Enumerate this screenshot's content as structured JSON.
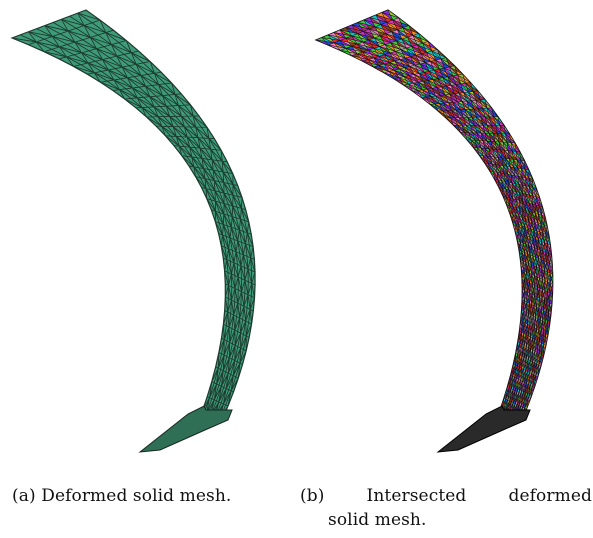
{
  "figure": {
    "panel_a": {
      "label": "(a)",
      "caption": "Deformed solid mesh.",
      "mesh_color": "#3f9a78",
      "edge_color": "#1d3b30"
    },
    "panel_b": {
      "label": "(b)",
      "caption_line1_word1": "Intersected",
      "caption_line1_word2": "deformed",
      "caption_line2": "solid mesh.",
      "palette": [
        "#e62a2a",
        "#1f4fd6",
        "#8a2be2",
        "#d633c2",
        "#ff8c1a",
        "#3ec93e",
        "#0cc7c7",
        "#f07cc3",
        "#8b4513",
        "#a0a0a0",
        "#9acd32",
        "#b0306a"
      ]
    }
  }
}
